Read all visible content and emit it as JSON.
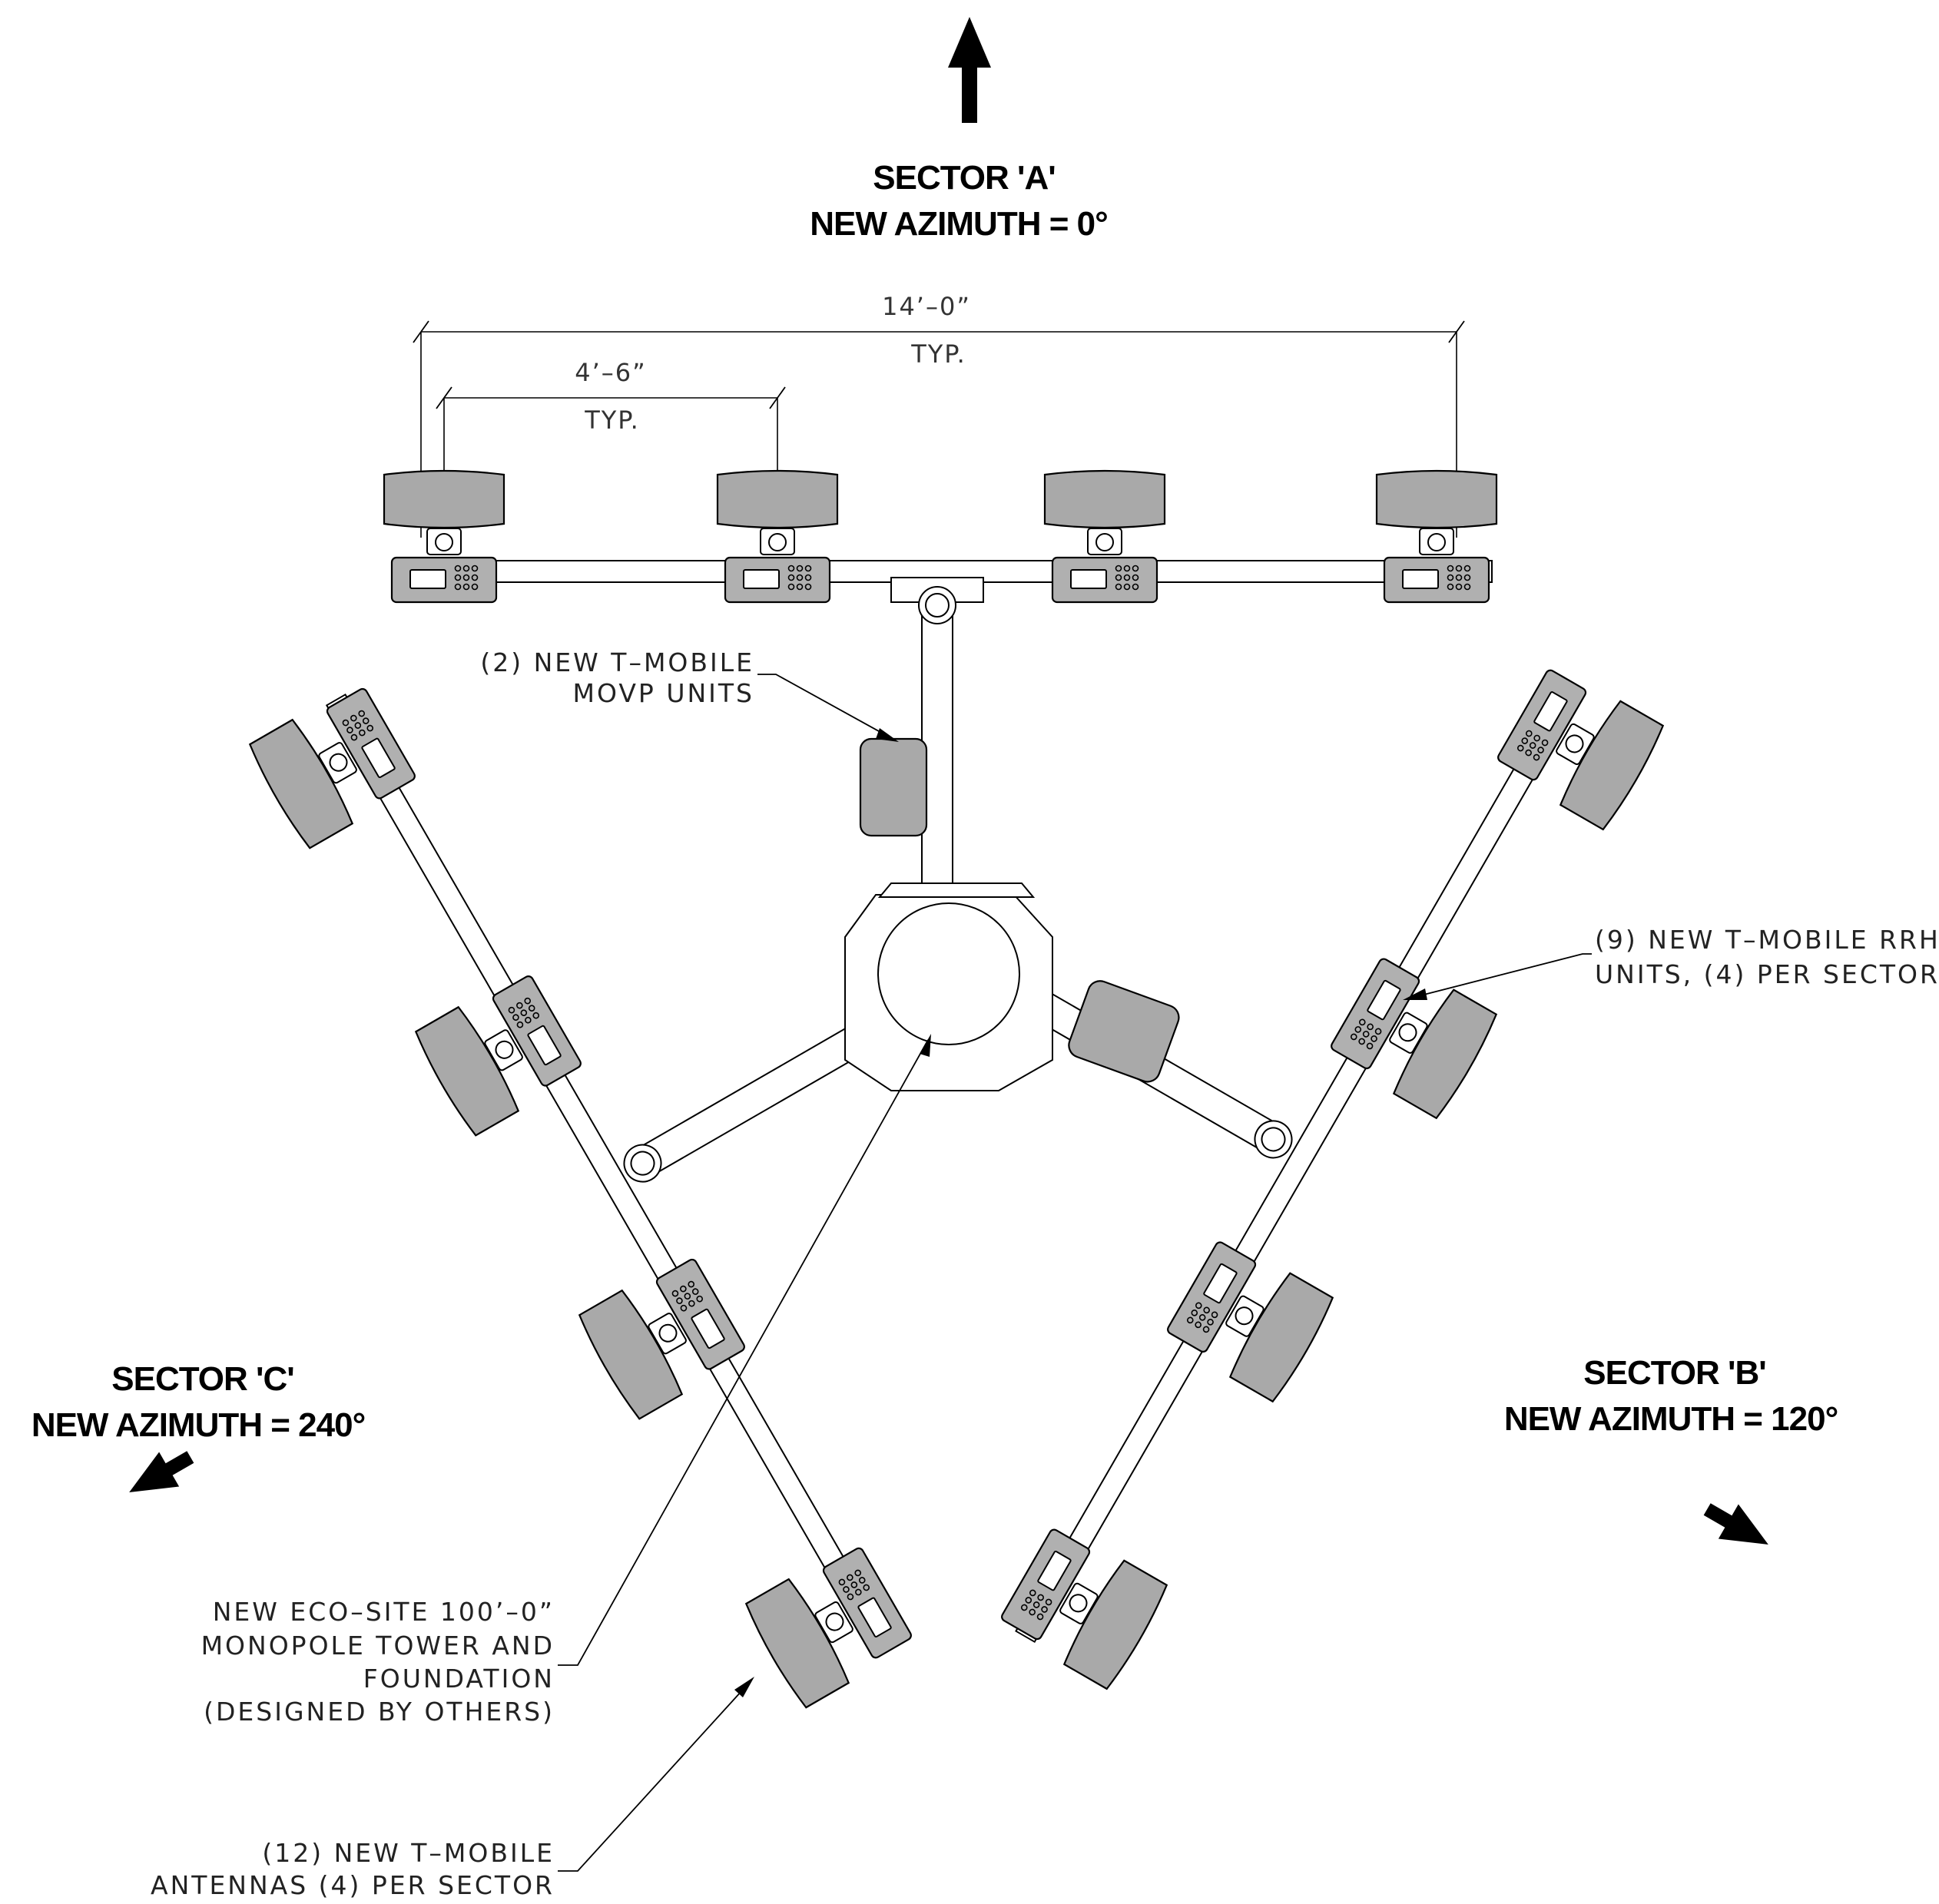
{
  "sectors": {
    "a": {
      "title": "SECTOR 'A'",
      "azimuth": "NEW AZIMUTH  = 0°"
    },
    "b": {
      "title": "SECTOR 'B'",
      "azimuth": "NEW AZIMUTH  = 120°"
    },
    "c": {
      "title": "SECTOR 'C'",
      "azimuth": "NEW AZIMUTH  = 240°"
    }
  },
  "dimensions": {
    "overall": {
      "value": "14’–0”",
      "note": "TYP."
    },
    "spacing": {
      "value": "4’–6”",
      "note": "TYP."
    }
  },
  "callouts": {
    "movp": [
      "(2) NEW T–MOBILE",
      "MOVP UNITS"
    ],
    "rrh": [
      "(9) NEW T–MOBILE RRH",
      "UNITS, (4) PER SECTOR"
    ],
    "tower": [
      "NEW ECO–SITE 100’–0”",
      "MONOPOLE TOWER AND",
      "FOUNDATION",
      "(DESIGNED BY OTHERS)"
    ],
    "antennas": [
      "(12) NEW T–MOBILE",
      "ANTENNAS (4) PER SECTOR"
    ]
  }
}
